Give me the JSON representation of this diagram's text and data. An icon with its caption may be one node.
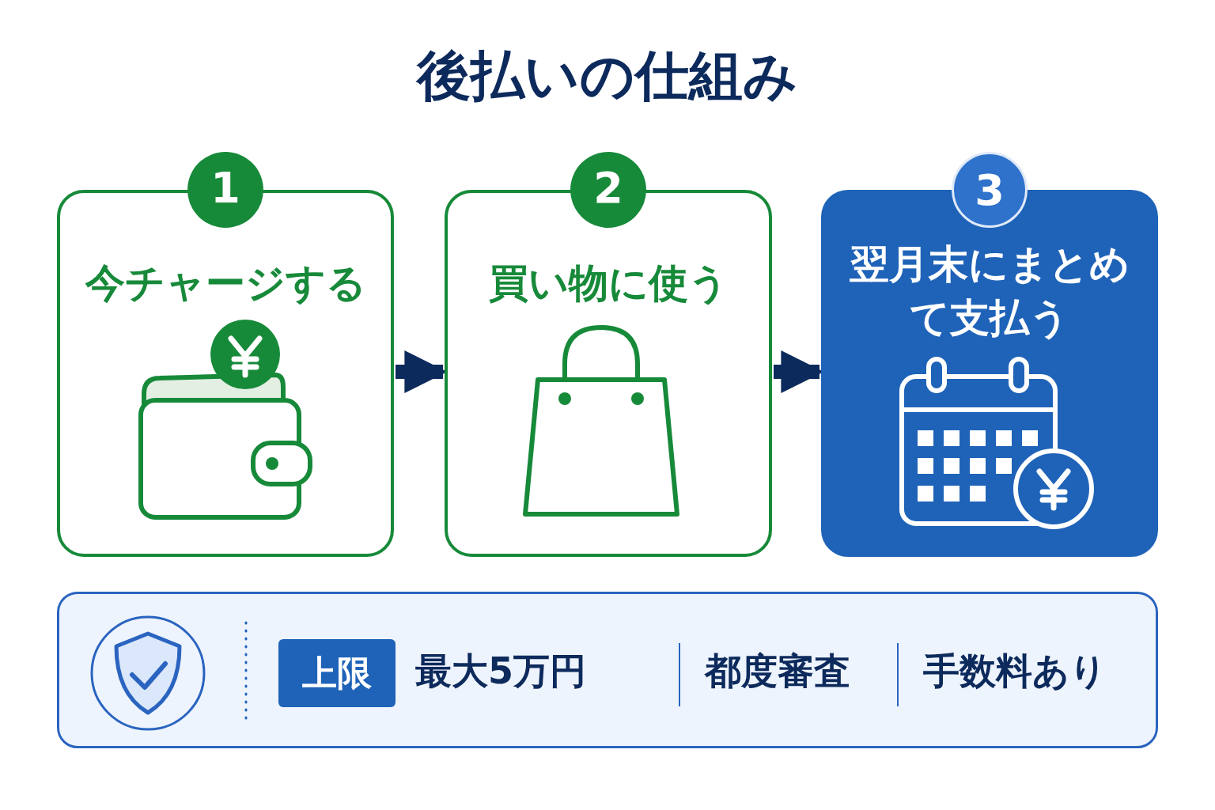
{
  "diagram": {
    "title": "後払いの仕組み",
    "nodes": [
      {
        "text": [
          "1",
          "今チャージする"
        ]
      },
      {
        "text": [
          "2",
          "買い物に使う"
        ]
      },
      {
        "text": [
          "3",
          "翌月末にまとめて支払う"
        ]
      },
      {
        "text": [
          "上限",
          "最大5万円",
          "都度審査",
          "手数料あり"
        ]
      }
    ],
    "edges": [
      {
        "from": 0,
        "to": 1,
        "arrow": "to"
      },
      {
        "from": 1,
        "to": 2,
        "arrow": "to"
      }
    ]
  }
}
